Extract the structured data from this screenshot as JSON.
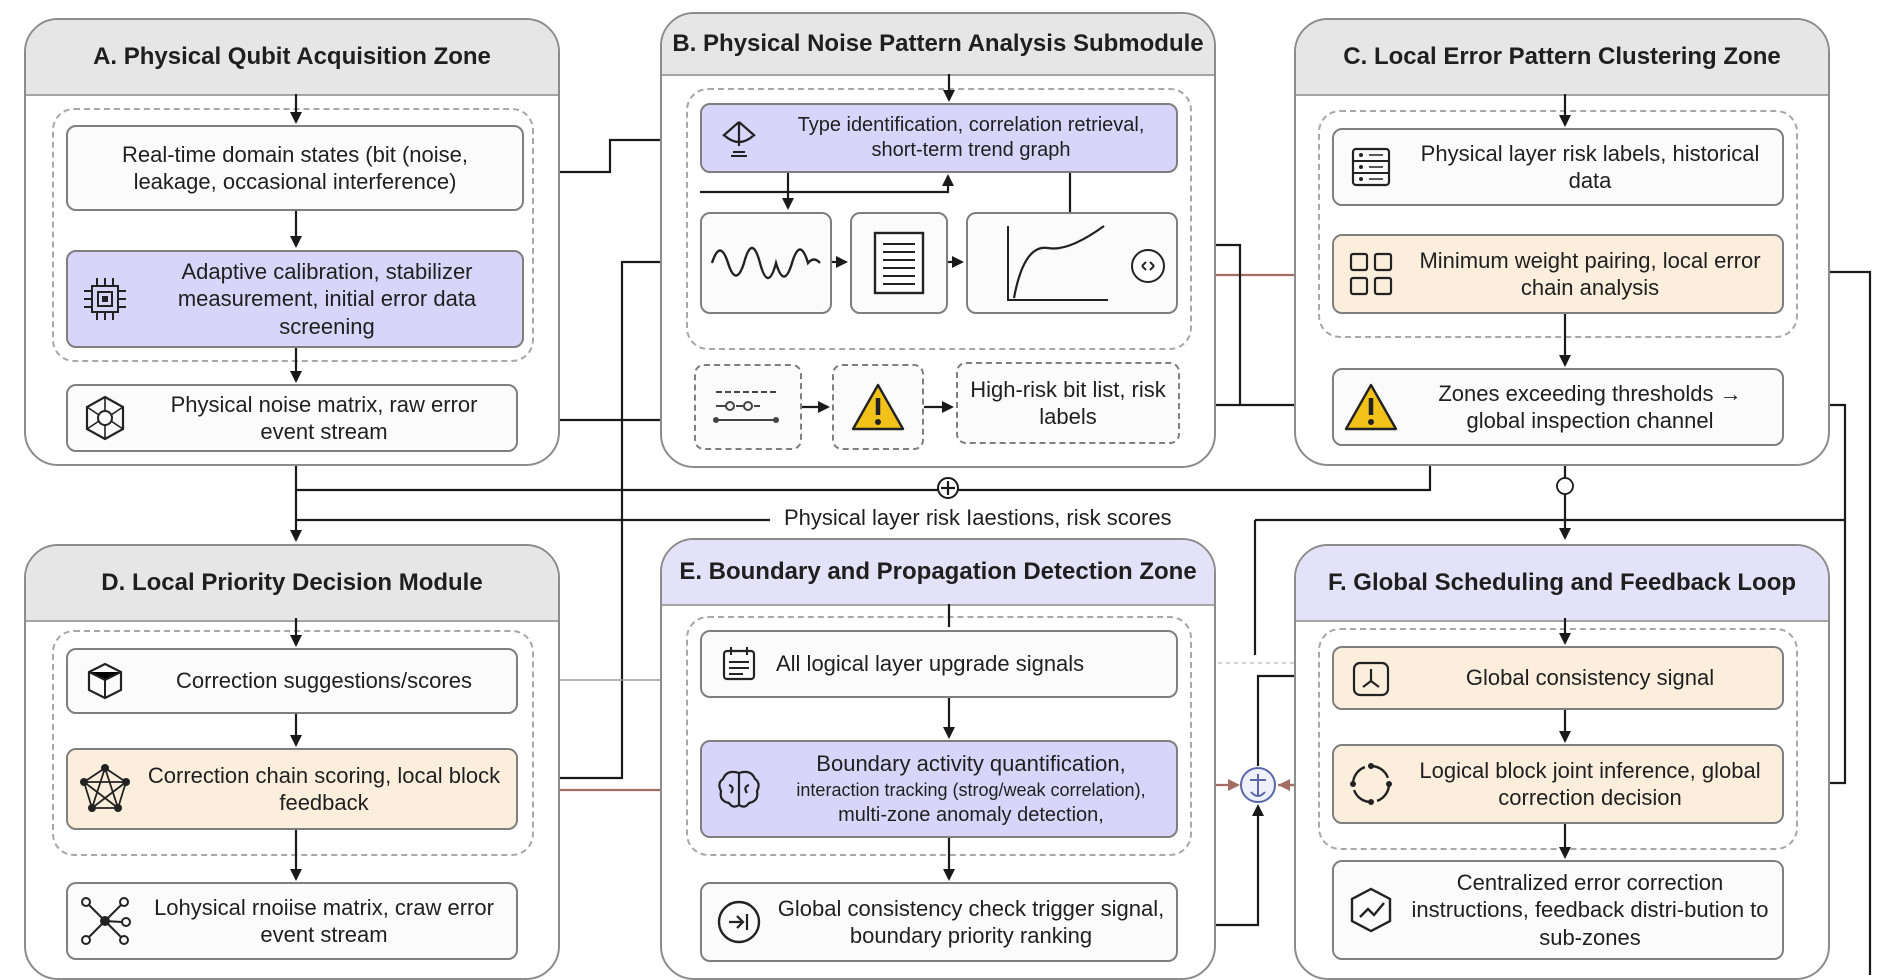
{
  "zones": {
    "a": {
      "title": "A. Physical Qubit Acquisition Zone",
      "box1": "Real-time domain states (bit (noise, leakage, occasional interference)",
      "box2": "Adaptive calibration, stabilizer measurement, initial error data screening",
      "box3": "Physical noise matrix, raw error event stream"
    },
    "b": {
      "title": "B. Physical Noise Pattern Analysis Submodule",
      "box1": "Type identification, correlation retrieval, short-term trend graph",
      "risk": "High-risk bit list, risk labels"
    },
    "c": {
      "title": "C. Local Error Pattern Clustering Zone",
      "box1": "Physical layer risk labels, historical data",
      "box2": "Minimum weight pairing, local error chain analysis",
      "box3": "Zones exceeding thresholds → global inspection channel"
    },
    "d": {
      "title": "D. Local Priority Decision Module",
      "box1": "Correction suggestions/scores",
      "box2": "Correction chain scoring, local block feedback",
      "box3": "Lohysical rnoiise matrix, craw error event stream"
    },
    "e": {
      "title": "E. Boundary and Propagation Detection Zone",
      "box1": "All logical layer upgrade signals",
      "box2_line1": "Boundary activity quantification,",
      "box2_line2": "interaction tracking (strog/weak correlation),",
      "box2_line3": "multi-zone anomaly detection,",
      "box3": "Global consistency check trigger signal, boundary priority ranking"
    },
    "f": {
      "title": "F. Global Scheduling and Feedback Loop",
      "box1": "Global consistency signal",
      "box2": "Logical block joint inference, global correction decision",
      "box3": "Centralized error correction instructions, feedback distri-bution to sub-zones"
    }
  },
  "connector_label": "Physical layer risk Iaestions, risk scores",
  "icon_names": {
    "a1": "none",
    "a2": "chip-icon",
    "a3": "network-hex-icon",
    "b1": "fountain-icon",
    "b2": "waveform-icon",
    "b3": "document-icon",
    "b4": "trend-graph-icon",
    "b5": "sliders-icon",
    "b6": "warning-icon",
    "c1": "server-icon",
    "c2": "grid-squares-icon",
    "c3": "warning-icon",
    "d1": "cube-icon",
    "d2": "star-network-icon",
    "d3": "branch-icon",
    "e1": "calendar-icon",
    "e2": "brain-icon",
    "e3": "gauge-icon",
    "f1": "clock-icon",
    "f2": "cycle-icon",
    "f3": "hexagon-chart-icon"
  },
  "colors": {
    "purple": "#d8d4fa",
    "orange": "#fbeedd",
    "header_grey": "#e6e6e6",
    "header_purple": "#e4e2f8",
    "warning": "#f2c21b"
  }
}
